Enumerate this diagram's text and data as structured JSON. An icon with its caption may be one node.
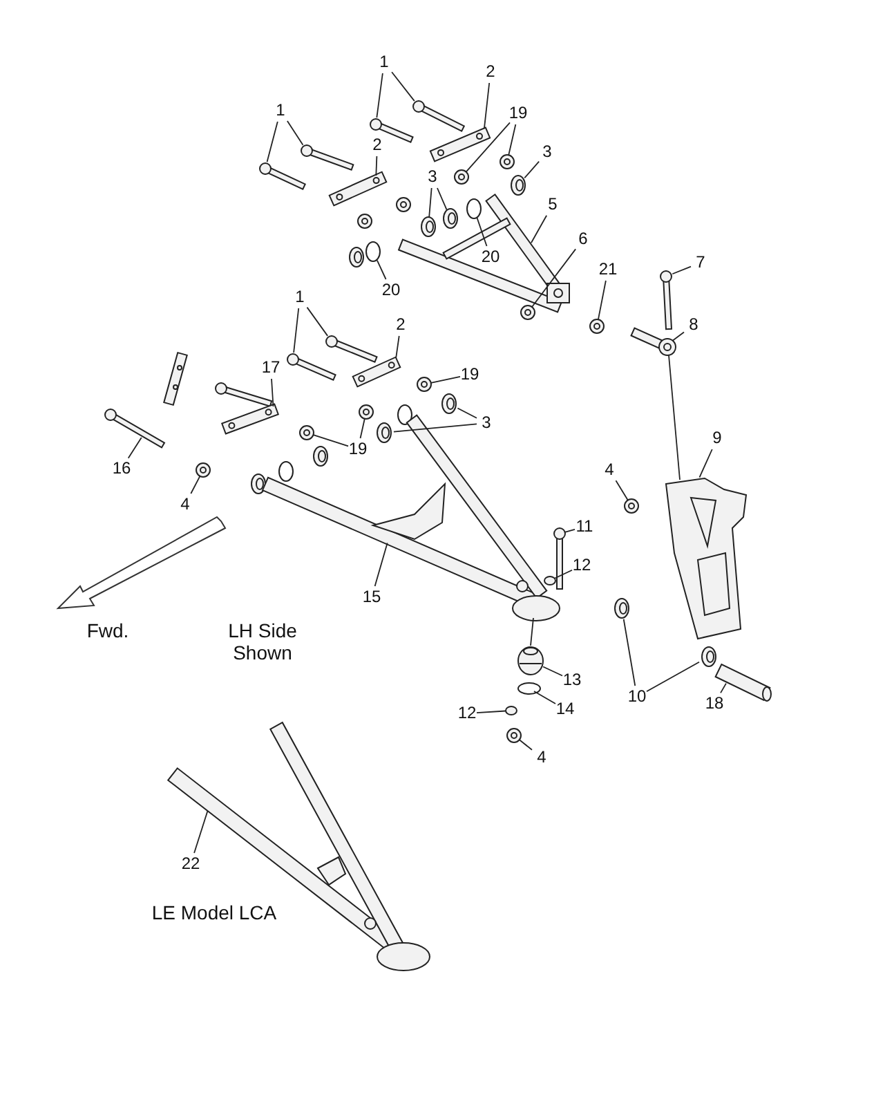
{
  "diagram": {
    "nodes": [
      {
        "text": [
          "1"
        ]
      },
      {
        "text": [
          "2"
        ]
      },
      {
        "text": [
          "1"
        ]
      },
      {
        "text": [
          "19"
        ]
      },
      {
        "text": [
          "2"
        ]
      },
      {
        "text": [
          "3"
        ]
      },
      {
        "text": [
          "3"
        ]
      },
      {
        "text": [
          "5"
        ]
      },
      {
        "text": [
          "20"
        ]
      },
      {
        "text": [
          "6"
        ]
      },
      {
        "text": [
          "20"
        ]
      },
      {
        "text": [
          "21"
        ]
      },
      {
        "text": [
          "7"
        ]
      },
      {
        "text": [
          "8"
        ]
      },
      {
        "text": [
          "1"
        ]
      },
      {
        "text": [
          "2"
        ]
      },
      {
        "text": [
          "17"
        ]
      },
      {
        "text": [
          "19"
        ]
      },
      {
        "text": [
          "3"
        ]
      },
      {
        "text": [
          "19"
        ]
      },
      {
        "text": [
          "16"
        ]
      },
      {
        "text": [
          "4"
        ]
      },
      {
        "text": [
          "9"
        ]
      },
      {
        "text": [
          "4"
        ]
      },
      {
        "text": [
          "11"
        ]
      },
      {
        "text": [
          "12"
        ]
      },
      {
        "text": [
          "15"
        ]
      },
      {
        "text": [
          "13"
        ]
      },
      {
        "text": [
          "14"
        ]
      },
      {
        "text": [
          "12"
        ]
      },
      {
        "text": [
          "10"
        ]
      },
      {
        "text": [
          "18"
        ]
      },
      {
        "text": [
          "4"
        ]
      },
      {
        "text": [
          "22"
        ]
      },
      {
        "text": [],
        "shape": "bar"
      },
      {
        "text": [],
        "shape": "bar"
      },
      {
        "text": [],
        "shape": "bar"
      },
      {
        "text": [],
        "shape": "bar"
      },
      {
        "text": [],
        "shape": "bar"
      },
      {
        "text": [],
        "shape": "circle"
      },
      {
        "text": [],
        "shape": "circle"
      },
      {
        "text": [],
        "shape": "bar"
      },
      {
        "text": [],
        "shape": "circle"
      },
      {
        "text": [],
        "shape": "circle"
      },
      {
        "text": [],
        "shape": "circle"
      },
      {
        "text": [],
        "shape": "picture"
      },
      {
        "text": [],
        "shape": "circle"
      },
      {
        "text": [],
        "shape": "circle"
      },
      {
        "text": [],
        "shape": "circle"
      },
      {
        "text": [],
        "shape": "circle"
      },
      {
        "text": [],
        "shape": "bar"
      },
      {
        "text": [],
        "shape": "picture"
      },
      {
        "text": [],
        "shape": "bar"
      },
      {
        "text": [],
        "shape": "bar"
      },
      {
        "text": [],
        "shape": "bar"
      },
      {
        "text": [],
        "shape": "bar"
      },
      {
        "text": [],
        "shape": "circle"
      },
      {
        "text": [],
        "shape": "circle"
      },
      {
        "text": [],
        "shape": "circle"
      },
      {
        "text": [],
        "shape": "circle"
      },
      {
        "text": [],
        "shape": "circle"
      },
      {
        "text": [],
        "shape": "bar"
      },
      {
        "text": [],
        "shape": "circle"
      },
      {
        "text": [],
        "shape": "picture"
      },
      {
        "text": [],
        "shape": "circle"
      },
      {
        "text": [],
        "shape": "bar"
      },
      {
        "text": [],
        "shape": "circle"
      },
      {
        "text": [],
        "shape": "picture"
      },
      {
        "text": [],
        "shape": "picture"
      },
      {
        "text": [],
        "shape": "circle"
      },
      {
        "text": [],
        "shape": "circle"
      },
      {
        "text": [],
        "shape": "circle"
      },
      {
        "text": [],
        "shape": "circle"
      },
      {
        "text": [],
        "shape": "bar"
      },
      {
        "text": [],
        "shape": "circle"
      },
      {
        "text": [],
        "shape": "picture"
      }
    ],
    "edges": [
      {
        "from": 0,
        "to": 34,
        "arrow": "none"
      },
      {
        "from": 0,
        "to": 35,
        "arrow": "none"
      },
      {
        "from": 1,
        "to": 36,
        "arrow": "none"
      },
      {
        "from": 2,
        "to": 37,
        "arrow": "none"
      },
      {
        "from": 2,
        "to": 38,
        "arrow": "none"
      },
      {
        "from": 3,
        "to": 39,
        "arrow": "none"
      },
      {
        "from": 3,
        "to": 40,
        "arrow": "none"
      },
      {
        "from": 4,
        "to": 41,
        "arrow": "none"
      },
      {
        "from": 5,
        "to": 42,
        "arrow": "none"
      },
      {
        "from": 6,
        "to": 43,
        "arrow": "none"
      },
      {
        "from": 6,
        "to": 44,
        "arrow": "none"
      },
      {
        "from": 7,
        "to": 45,
        "arrow": "none"
      },
      {
        "from": 8,
        "to": 46,
        "arrow": "none"
      },
      {
        "from": 9,
        "to": 47,
        "arrow": "none"
      },
      {
        "from": 10,
        "to": 48,
        "arrow": "none"
      },
      {
        "from": 11,
        "to": 49,
        "arrow": "none"
      },
      {
        "from": 12,
        "to": 50,
        "arrow": "none"
      },
      {
        "from": 13,
        "to": 51,
        "arrow": "none"
      },
      {
        "from": 14,
        "to": 52,
        "arrow": "none"
      },
      {
        "from": 14,
        "to": 53,
        "arrow": "none"
      },
      {
        "from": 15,
        "to": 54,
        "arrow": "none"
      },
      {
        "from": 16,
        "to": 55,
        "arrow": "none"
      },
      {
        "from": 17,
        "to": 56,
        "arrow": "none"
      },
      {
        "from": 18,
        "to": 57,
        "arrow": "none"
      },
      {
        "from": 18,
        "to": 58,
        "arrow": "none"
      },
      {
        "from": 19,
        "to": 59,
        "arrow": "none"
      },
      {
        "from": 19,
        "to": 60,
        "arrow": "none"
      },
      {
        "from": 20,
        "to": 61,
        "arrow": "none"
      },
      {
        "from": 21,
        "to": 62,
        "arrow": "none"
      },
      {
        "from": 22,
        "to": 63,
        "arrow": "none"
      },
      {
        "from": 23,
        "to": 64,
        "arrow": "none"
      },
      {
        "from": 24,
        "to": 65,
        "arrow": "none"
      },
      {
        "from": 25,
        "to": 66,
        "arrow": "none"
      },
      {
        "from": 26,
        "to": 67,
        "arrow": "none"
      },
      {
        "from": 27,
        "to": 68,
        "arrow": "none"
      },
      {
        "from": 28,
        "to": 69,
        "arrow": "none"
      },
      {
        "from": 29,
        "to": 70,
        "arrow": "none"
      },
      {
        "from": 30,
        "to": 71,
        "arrow": "none"
      },
      {
        "from": 30,
        "to": 72,
        "arrow": "none"
      },
      {
        "from": 31,
        "to": 73,
        "arrow": "none"
      },
      {
        "from": 32,
        "to": 74,
        "arrow": "none"
      },
      {
        "from": 33,
        "to": 75,
        "arrow": "none"
      },
      {
        "from": 51,
        "to": 63,
        "arrow": "none"
      },
      {
        "from": 67,
        "to": 68,
        "arrow": "none"
      }
    ],
    "labels": [
      "Fwd.",
      "LH Side Shown",
      "LE Model LCA"
    ]
  }
}
